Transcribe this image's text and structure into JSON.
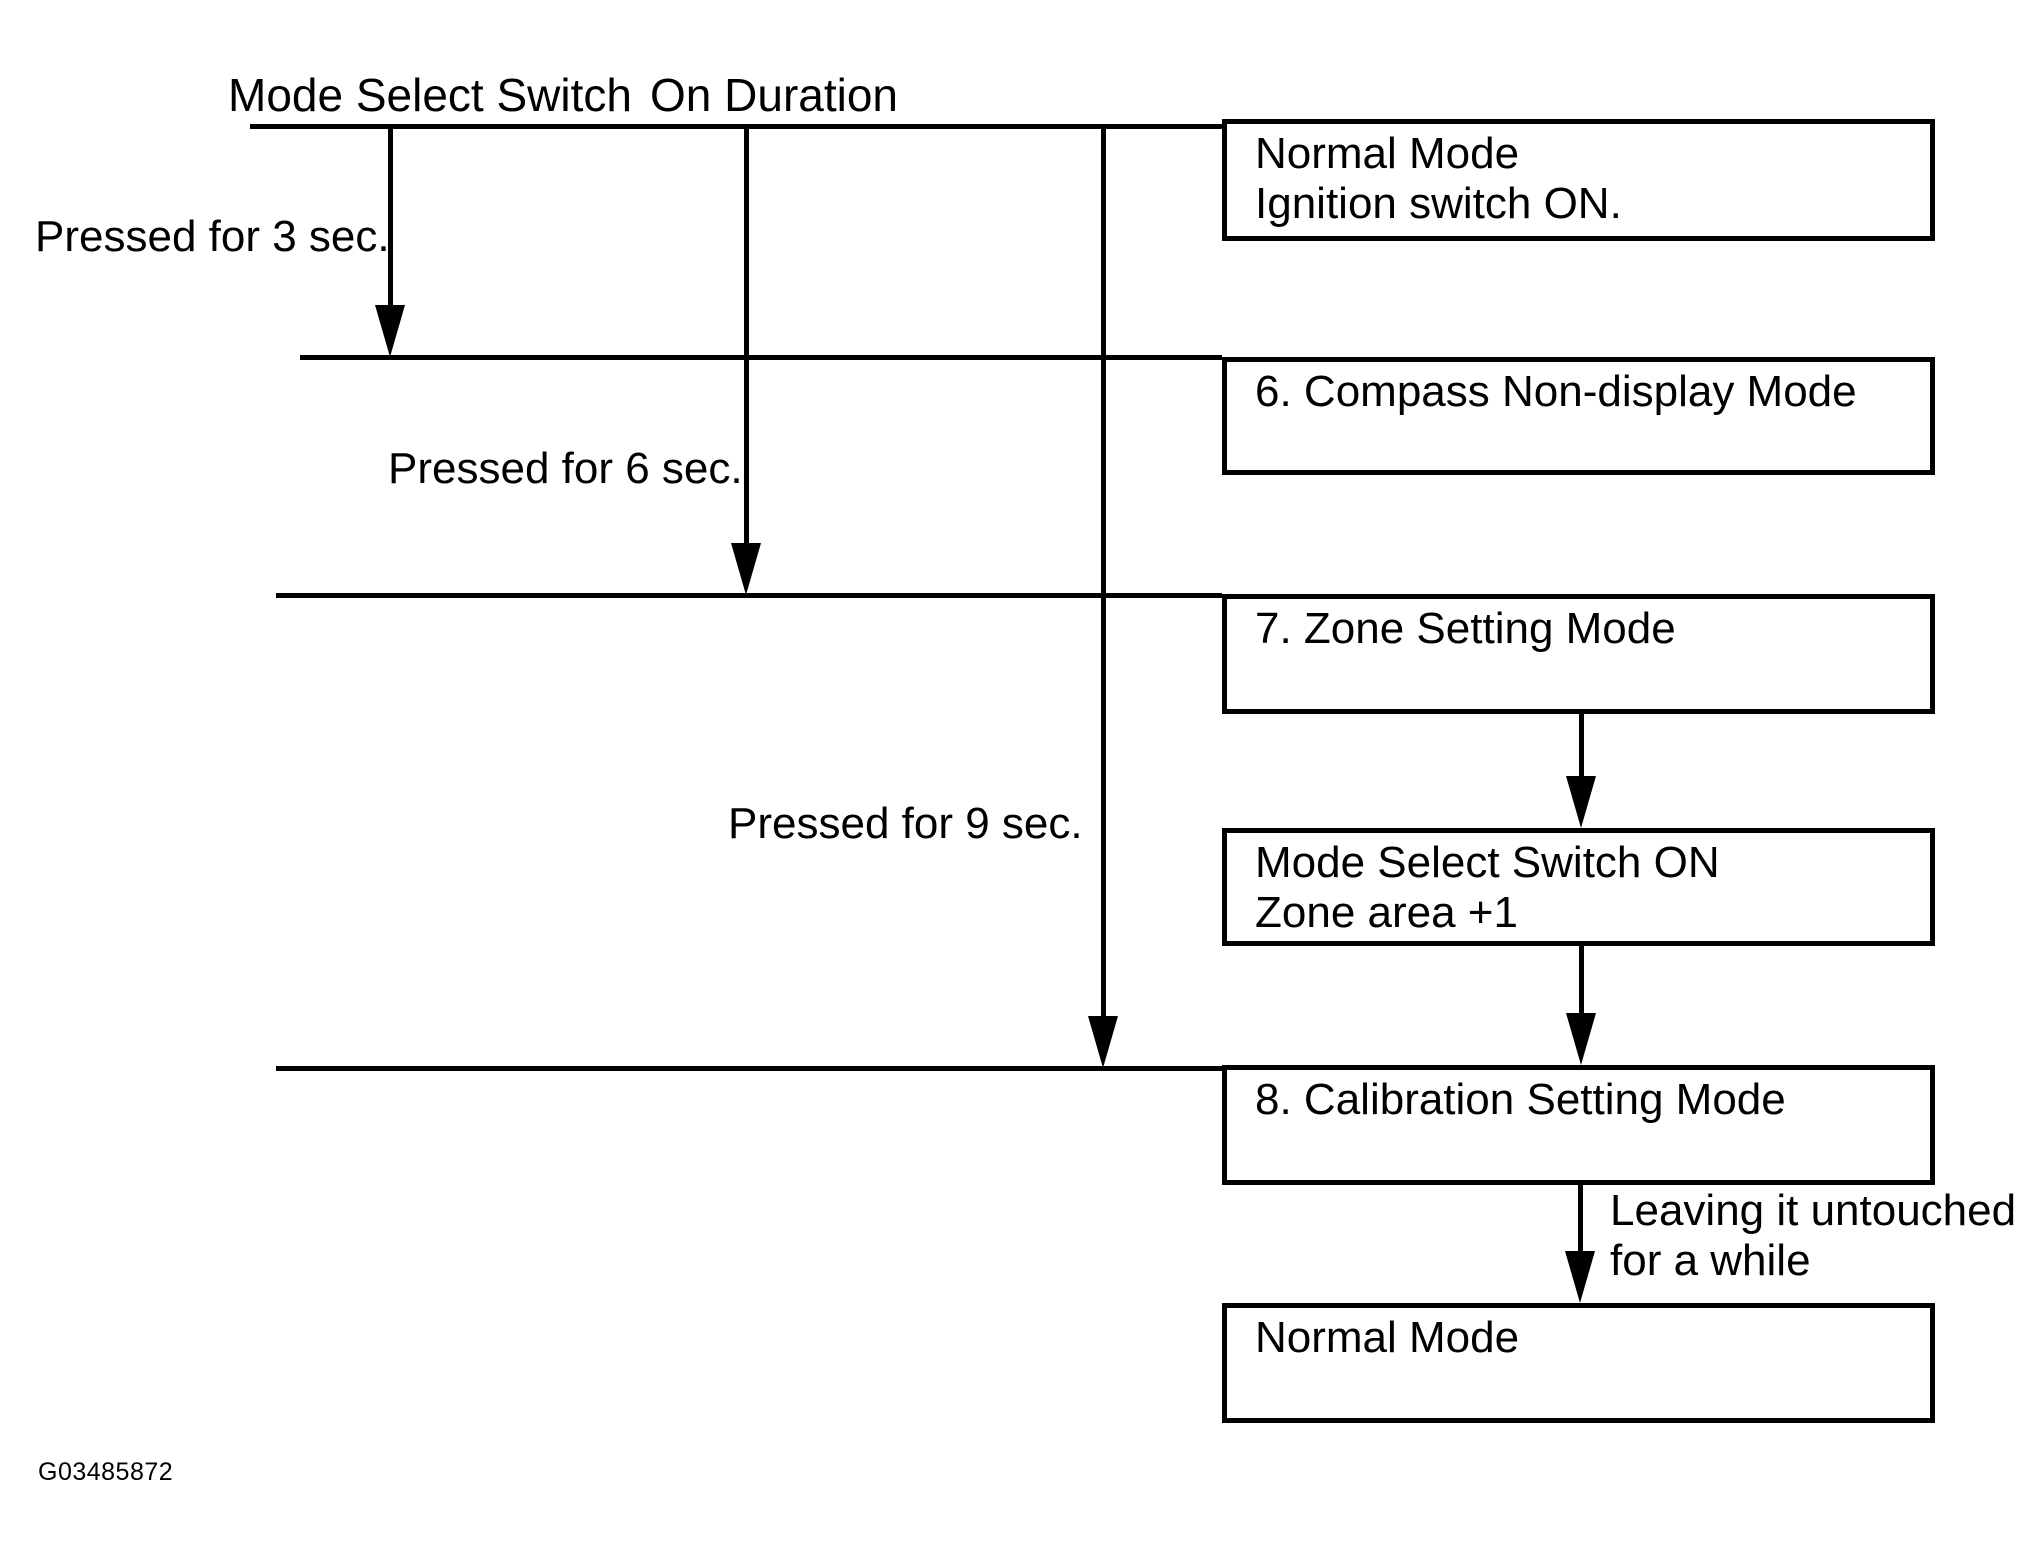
{
  "figure": {
    "background": "#ffffff",
    "ink": "#000000",
    "headers": {
      "mode_select_switch": "Mode Select Switch",
      "on_duration": "On Duration"
    },
    "press_labels": {
      "p3": "Pressed for 3 sec.",
      "p6": "Pressed for 6 sec.",
      "p9": "Pressed for 9 sec."
    },
    "boxes": [
      {
        "lines": [
          "Normal Mode",
          "Ignition switch ON."
        ]
      },
      {
        "lines": [
          "6. Compass Non-display Mode"
        ]
      },
      {
        "lines": [
          "7. Zone Setting Mode"
        ]
      },
      {
        "lines": [
          "Mode Select Switch ON",
          "Zone area +1"
        ]
      },
      {
        "lines": [
          "8. Calibration Setting Mode"
        ]
      },
      {
        "lines": [
          "Normal Mode"
        ]
      }
    ],
    "note": {
      "line1": "Leaving it untouched",
      "line2": "for a while"
    },
    "figure_id": "G03485872"
  }
}
